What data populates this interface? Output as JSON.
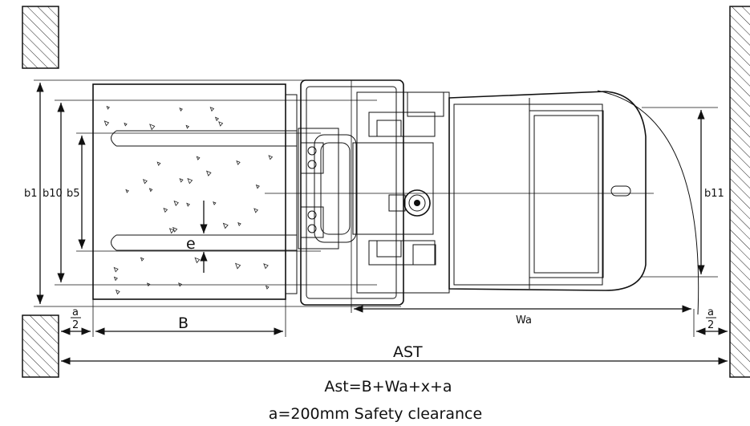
{
  "labels": {
    "b1": "b1",
    "b10": "b10",
    "b5": "b5",
    "b11": "b11",
    "e": "e",
    "B": "B",
    "Wa": "Wa",
    "AST": "AST",
    "a_half_num": "a",
    "a_half_den": "2"
  },
  "captions": {
    "formula": "Ast=B+Wa+x+a",
    "clearance": "a=200mm Safety clearance"
  }
}
